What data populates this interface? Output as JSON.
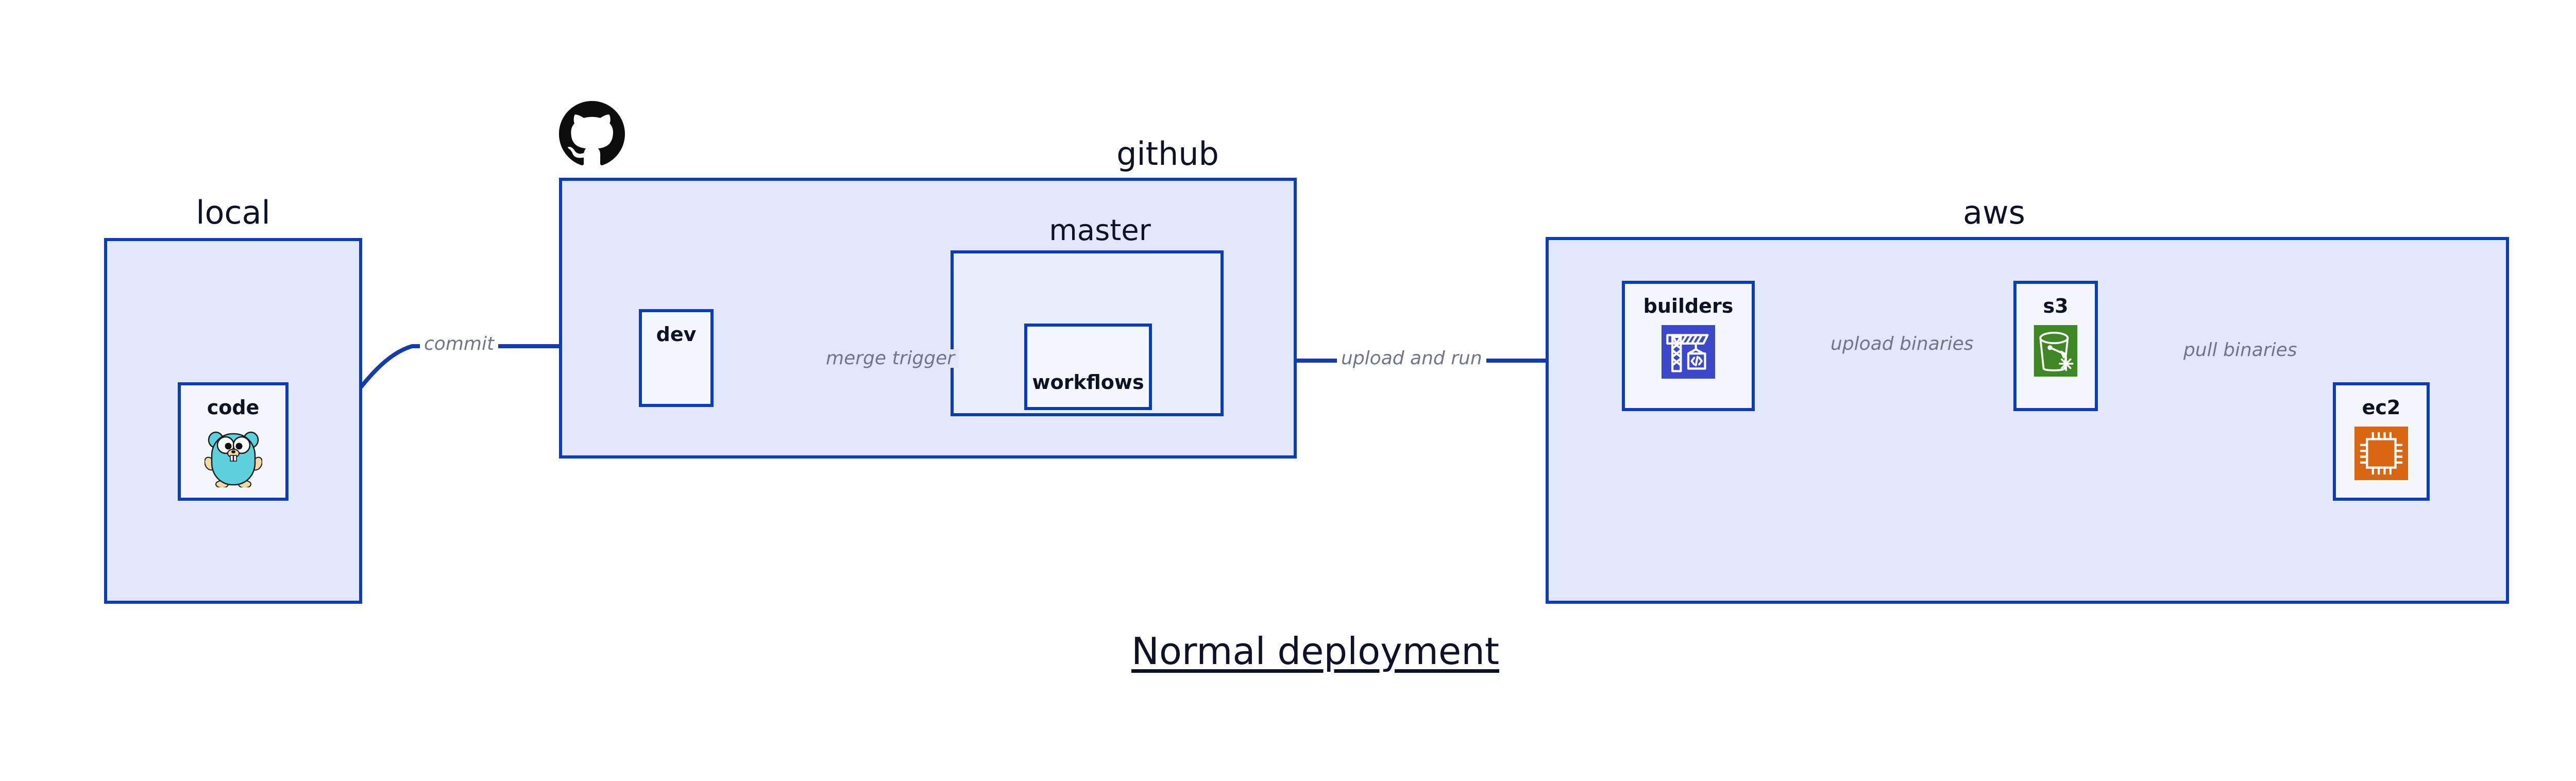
{
  "diagram": {
    "title": "Normal deployment",
    "background": "#ffffff",
    "accent_border": "#0d3cb8",
    "group_fill": "#e2e8fa",
    "subgroup_fill": "#e9eefc",
    "node_fill": "#f4f7fe",
    "edge_color": "#1539ae",
    "edge_label_color": "#6f7687",
    "text_color": "#0e1226"
  },
  "groups": {
    "local": {
      "label": "local"
    },
    "github": {
      "label": "github",
      "icon": "github-octocat-icon"
    },
    "aws": {
      "label": "aws"
    }
  },
  "subgroups": {
    "master": {
      "label": "master"
    }
  },
  "nodes": {
    "code": {
      "label": "code",
      "icon": "go-gopher-icon",
      "icon_color": "#5ed0dd"
    },
    "dev": {
      "label": "dev",
      "icon": "none"
    },
    "workflows": {
      "label": "workflows",
      "icon": "none"
    },
    "builders": {
      "label": "builders",
      "icon": "aws-codebuild-crane-icon",
      "icon_color": "#3b48cc"
    },
    "s3": {
      "label": "s3",
      "icon": "aws-s3-bucket-icon",
      "icon_color": "#3f8624"
    },
    "ec2": {
      "label": "ec2",
      "icon": "aws-ec2-chip-icon",
      "icon_color": "#d86613"
    }
  },
  "edges": [
    {
      "id": "code-to-dev",
      "label": "commit",
      "from": "code",
      "to": "dev"
    },
    {
      "id": "dev-to-workflows",
      "label": "merge trigger",
      "from": "dev",
      "to": "workflows"
    },
    {
      "id": "workflows-to-builders",
      "label": "upload and run",
      "from": "workflows",
      "to": "builders"
    },
    {
      "id": "builders-to-s3",
      "label": "upload binaries",
      "from": "builders",
      "to": "s3"
    },
    {
      "id": "s3-to-ec2",
      "label": "pull binaries",
      "from": "s3",
      "to": "ec2"
    }
  ]
}
